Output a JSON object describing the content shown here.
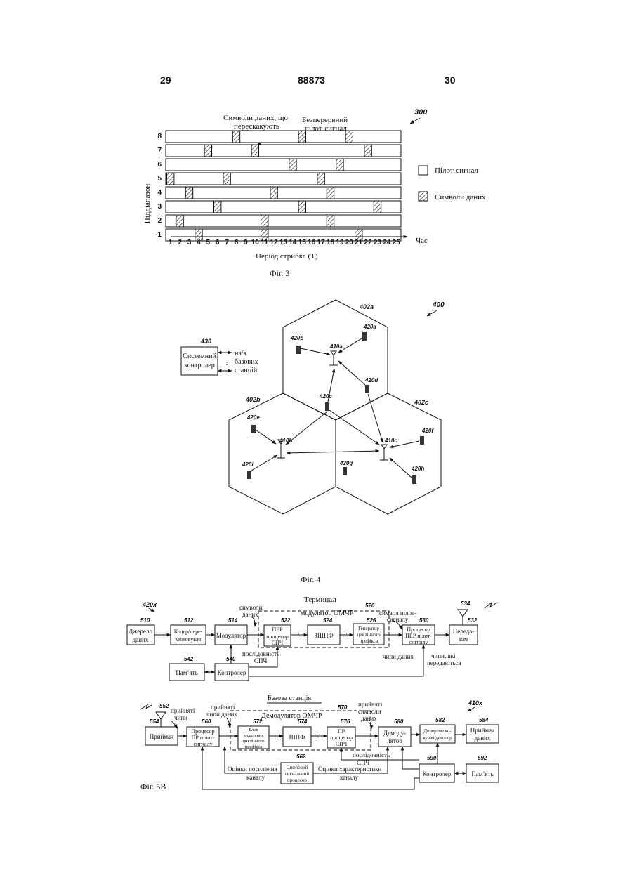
{
  "header": {
    "left_page": "29",
    "patent_number": "88873",
    "right_page": "30"
  },
  "fig3": {
    "ref": "300",
    "label_data_hop_1": "Символи даних, що",
    "label_data_hop_2": "перескакують",
    "label_cont_pilot_1": "Безперервний",
    "label_cont_pilot_2": "пілот-сигнал",
    "ylabel": "Піддіапазон",
    "xlabel": "Період стрибка (Т)",
    "time_label": "Час",
    "legend_pilot": "Пілот-сигнал",
    "legend_data": "Символи даних",
    "caption": "Фіг. 3",
    "y_ticks": [
      "8",
      "7",
      "6",
      "5",
      "4",
      "3",
      "2",
      "-1"
    ],
    "x_ticks": [
      "1",
      "2",
      "3",
      "4",
      "5",
      "6",
      "7",
      "8",
      "9",
      "10",
      "11",
      "12",
      "13",
      "14",
      "15",
      "16",
      "17",
      "18",
      "19",
      "20",
      "21",
      "22",
      "23",
      "24",
      "25"
    ],
    "data_slots": [
      [
        8,
        15,
        20
      ],
      [
        5,
        10,
        22
      ],
      [
        14,
        19
      ],
      [
        1,
        7,
        17
      ],
      [
        3,
        12,
        18
      ],
      [
        6,
        15,
        23
      ],
      [
        2,
        11,
        18
      ],
      [
        4,
        11,
        21
      ]
    ]
  },
  "fig4": {
    "ref": "400",
    "controller_ref": "430",
    "controller_l1": "Системний",
    "controller_l2": "контролер",
    "to_from_1": "на/з",
    "to_from_2": "базових",
    "to_from_3": "станцій",
    "cell_a": "402a",
    "cell_b": "402b",
    "cell_c": "402c",
    "bs_a": "410a",
    "bs_b": "410b",
    "bs_c": "410c",
    "t_a": "420a",
    "t_b": "420b",
    "t_c": "420c",
    "t_d": "420d",
    "t_e": "420e",
    "t_f": "420f",
    "t_g": "420g",
    "t_h": "420h",
    "t_i": "420i",
    "caption": "Фіг. 4"
  },
  "fig5a": {
    "ref": "420x",
    "terminal": "Терминал",
    "src_ref": "510",
    "src_l1": "Джерело",
    "src_l2": "даних",
    "enc_ref": "512",
    "enc_l1": "Кодер/пере-",
    "enc_l2": "межовувач",
    "mod_ref": "514",
    "mod_l1": "Модулятор",
    "data_sym_1": "символи",
    "data_sym_2": "даних",
    "ofdm_ref": "520",
    "ofdm_title": "модулятор ОМЧР",
    "fh_ref": "522",
    "fh_l1": "ПЕР",
    "fh_l2": "процесор",
    "fh_l3": "СПЧ",
    "ifft_ref": "524",
    "ifft_l1": "ЗШПФ",
    "cp_ref": "526",
    "cp_l1": "Генератор",
    "cp_l2": "циклічного",
    "cp_l3": "префікса",
    "pilot_sym_1": "символ пілот-",
    "pilot_sym_2": "сигналу",
    "pp_ref": "530",
    "pp_l1": "Процесор",
    "pp_l2": "ПЕР пілот-",
    "pp_l3": "сигналу",
    "tx_ref": "532",
    "tx_l1": "Переда-",
    "tx_l2": "вач",
    "ant_ref": "534",
    "data_chips": "чипи даних",
    "tx_chips_1": "чипи, які",
    "tx_chips_2": "передаються",
    "fh_seq_1": "послідовність",
    "fh_seq_2": "СПЧ",
    "mem_ref": "542",
    "mem_l1": "Пам’ять",
    "ctrl_ref": "540",
    "ctrl_l1": "Контролер"
  },
  "fig5b": {
    "ref": "410x",
    "base_station": "Базова станція",
    "ant_ref": "552",
    "rx_ref": "554",
    "rx_l1": "Приймач",
    "recv_chips_1": "прийняті",
    "recv_chips_2": "чипи",
    "pp_ref": "560",
    "pp_l1": "Процесор",
    "pp_l2": "ПР пілот-",
    "pp_l3": "сигналу",
    "recv_data_chips_1": "прийняті",
    "recv_data_chips_2": "чипи даних",
    "ofdm_ref": "570",
    "ofdm_title": "Демодулятор ОМЧР",
    "cpr_ref": "572",
    "cpr_l1": "Блок",
    "cpr_l2": "видалення",
    "cpr_l3": "циклічного",
    "cpr_l4": "префікса",
    "fft_ref": "574",
    "fft_l1": "ШПФ",
    "fh_ref": "576",
    "fh_l1": "ПР",
    "fh_l2": "процесор",
    "fh_l3": "СПЧ",
    "recv_sym_1": "прийняті",
    "recv_sym_2": "символи",
    "recv_sym_3": "даних",
    "demod_ref": "580",
    "demod_l1": "Демоду-",
    "demod_l2": "лятор",
    "dec_ref": "582",
    "dec_l1": "Деперемежо-",
    "dec_l2": "вувач/декодер",
    "sink_ref": "584",
    "sink_l1": "Приймач",
    "sink_l2": "даних",
    "fh_seq_1": "послідовність",
    "fh_seq_2": "СПЧ",
    "dsp_ref": "562",
    "dsp_l1": "Цифровий",
    "dsp_l2": "сигнальний",
    "dsp_l3": "процесор",
    "gain_1": "Оцінки посилення",
    "gain_2": "каналу",
    "resp_1": "Оцінки характеристики",
    "resp_2": "каналу",
    "ctrl_ref": "590",
    "ctrl_l1": "Контролер",
    "mem_ref": "592",
    "mem_l1": "Пам’ять",
    "caption": "Фіг. 5В"
  }
}
